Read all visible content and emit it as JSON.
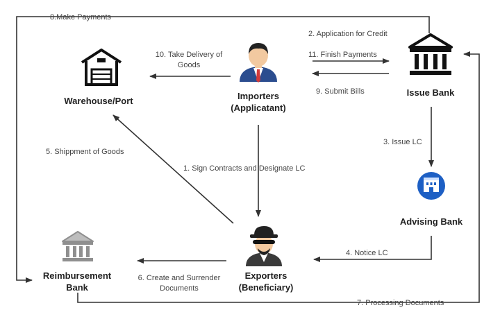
{
  "nodes": {
    "warehouse": {
      "name": "Warehouse/Port",
      "icon": "warehouse-icon"
    },
    "importers": {
      "line1": "Importers",
      "line2": "(Applicatant)",
      "icon": "businessman-icon"
    },
    "issue_bank": {
      "name": "Issue Bank",
      "icon": "bank-icon"
    },
    "advising_bank": {
      "name": "Advising Bank",
      "icon": "advising-bank-icon"
    },
    "exporters": {
      "line1": "Exporters",
      "line2": "(Beneficiary)",
      "icon": "spy-icon"
    },
    "reimbursement_bank": {
      "line1": "Reimbursement",
      "line2": "Bank",
      "icon": "bank-icon"
    }
  },
  "flows": {
    "f1": "1. Sign Contracts and Designate LC",
    "f2": "2. Application for Credit",
    "f3": "3. Issue LC",
    "f4": "4. Notice LC",
    "f5": "5. Shippment of Goods",
    "f6_line1": "6. Create and Surrender",
    "f6_line2": "Documents",
    "f7": "7. Processing Documents",
    "f8": "8.Make Payments",
    "f9": "9. Submit Bills",
    "f10_line1": "10. Take Delivery of",
    "f10_line2": "Goods",
    "f11": "11. Finish Payments"
  },
  "colors": {
    "line": "#333333",
    "text": "#222222",
    "skin": "#f2c9a0",
    "suit": "#2b4d8f",
    "tie": "#d33a3a",
    "advising_blue": "#1d5fc4",
    "bank_gray": "#8f8f8f"
  }
}
